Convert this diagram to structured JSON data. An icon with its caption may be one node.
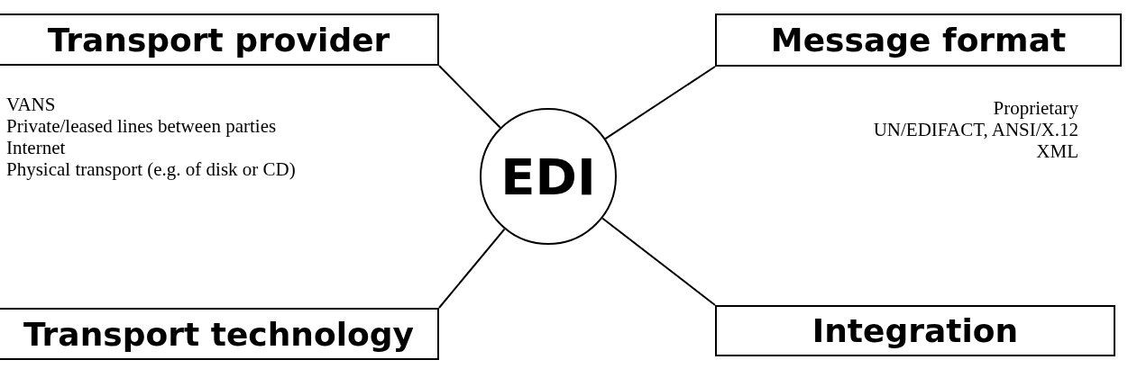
{
  "diagram": {
    "nodes": [
      {
        "text": [
          "Transport provider"
        ],
        "beside": [
          "VANS",
          "Private/leased lines between parties",
          "Internet",
          "Physical transport (e.g. of disk or CD)"
        ]
      },
      {
        "text": [
          "Message format"
        ],
        "beside": [
          "Proprietary",
          "UN/EDIFACT, ANSI/X.12",
          "XML"
        ]
      },
      {
        "text": [
          "EDI"
        ]
      },
      {
        "text": [
          "Transport technology"
        ]
      },
      {
        "text": [
          "Integration"
        ]
      }
    ],
    "edges": [
      {
        "from": 2,
        "to": 0,
        "arrow": "none"
      },
      {
        "from": 2,
        "to": 1,
        "arrow": "none"
      },
      {
        "from": 2,
        "to": 3,
        "arrow": "none"
      },
      {
        "from": 2,
        "to": 4,
        "arrow": "none"
      }
    ]
  }
}
